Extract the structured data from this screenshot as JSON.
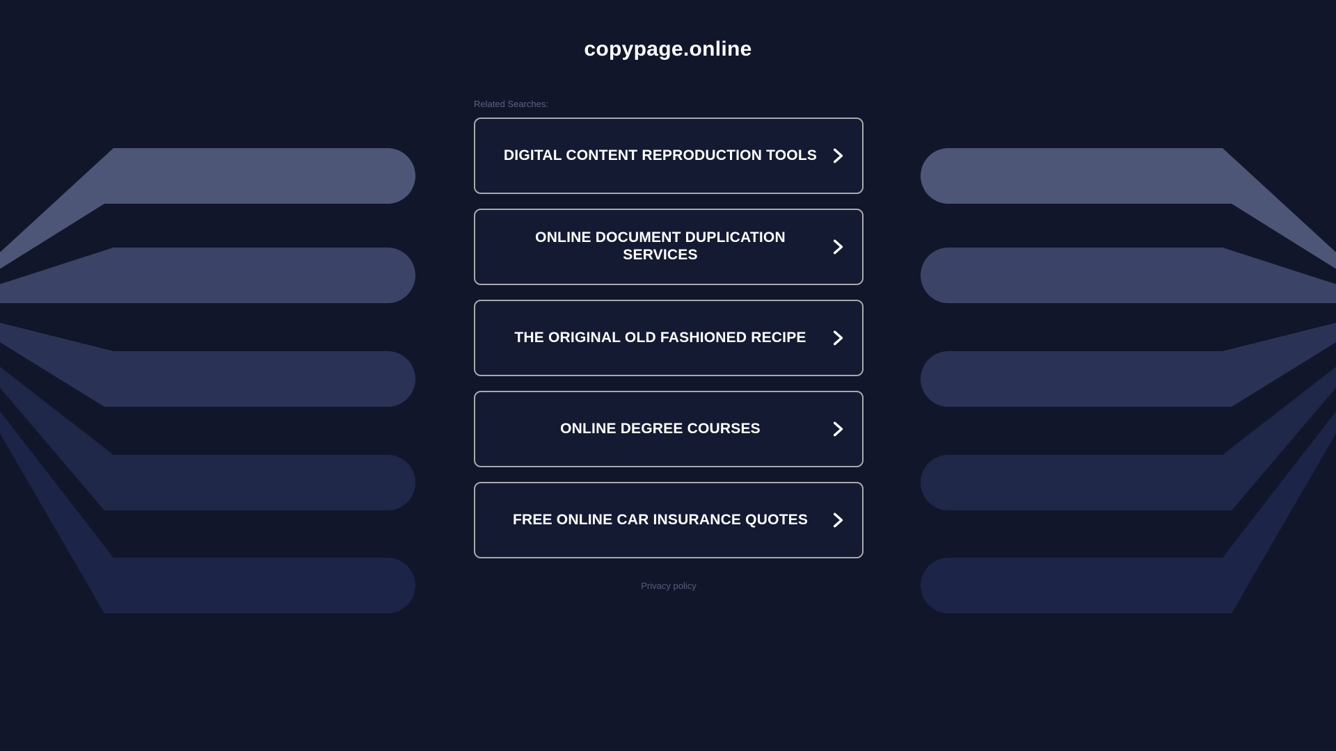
{
  "page": {
    "title": "copypage.online",
    "background_color": "#11162b"
  },
  "related": {
    "label": "Related Searches:",
    "items": [
      {
        "label": "DIGITAL CONTENT REPRODUCTION TOOLS",
        "icon": "chevron-right-icon"
      },
      {
        "label": "ONLINE DOCUMENT DUPLICATION SERVICES",
        "icon": "chevron-right-icon"
      },
      {
        "label": "THE ORIGINAL OLD FASHIONED RECIPE",
        "icon": "chevron-right-icon"
      },
      {
        "label": "ONLINE DEGREE COURSES",
        "icon": "chevron-right-icon"
      },
      {
        "label": "FREE ONLINE CAR INSURANCE QUOTES",
        "icon": "chevron-right-icon"
      }
    ]
  },
  "footer": {
    "privacy_label": "Privacy policy"
  },
  "theme": {
    "button_fill": "#141a31",
    "button_border": "#a9a9ae",
    "button_text": "#ffffff",
    "muted_text": "#5c6480",
    "decor_colors": [
      "#4d5676",
      "#3b4466",
      "#2a3356",
      "#1f2849",
      "#1c2447"
    ]
  }
}
